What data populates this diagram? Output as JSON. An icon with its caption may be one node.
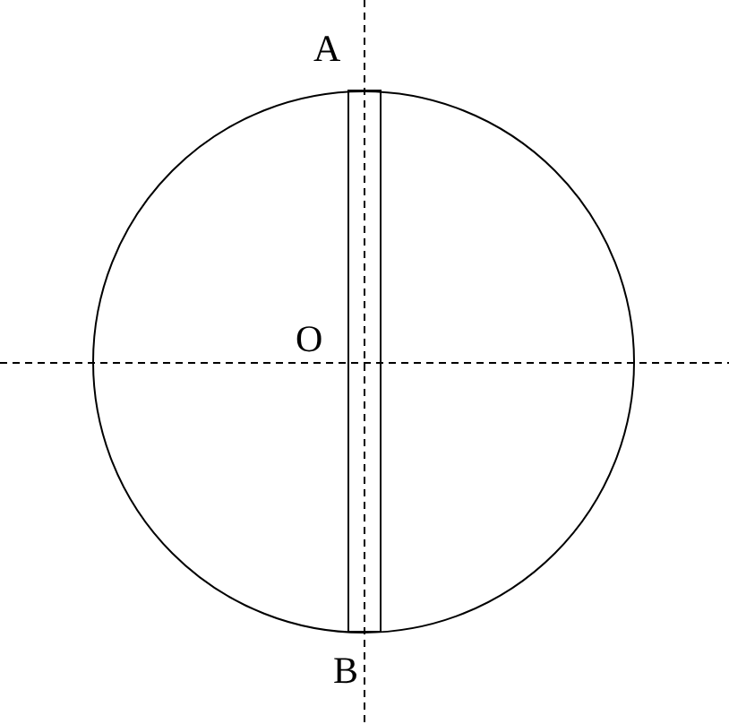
{
  "diagram": {
    "labels": [
      "A",
      "O",
      "B"
    ]
  }
}
